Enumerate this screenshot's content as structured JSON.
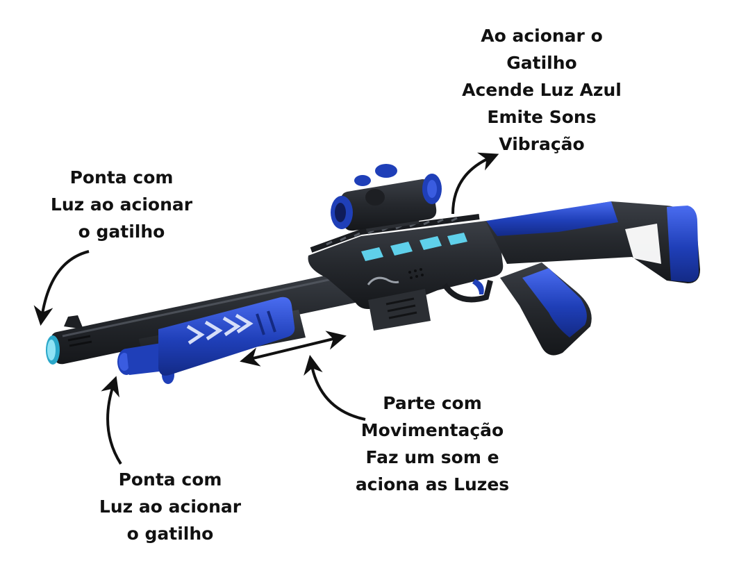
{
  "callouts": {
    "trigger": {
      "lines": [
        "Ao acionar o",
        "Gatilho",
        "Acende Luz Azul",
        "Emite Sons",
        "Vibração"
      ]
    },
    "barrel_tip": {
      "lines": [
        "Ponta com",
        "Luz ao acionar",
        "o gatilho"
      ]
    },
    "pump": {
      "lines": [
        "Parte com",
        "Movimentação",
        "Faz um som e",
        "aciona as Luzes"
      ]
    },
    "lower_tip": {
      "lines": [
        "Ponta com",
        "Luz ao acionar",
        "o gatilho"
      ]
    }
  },
  "colors": {
    "body": "#25282d",
    "body_dark": "#15171a",
    "blue": "#1f3fb8",
    "blue_light": "#3a5ce0",
    "light_blue": "#5fd0ea",
    "arrow": "#111111"
  }
}
